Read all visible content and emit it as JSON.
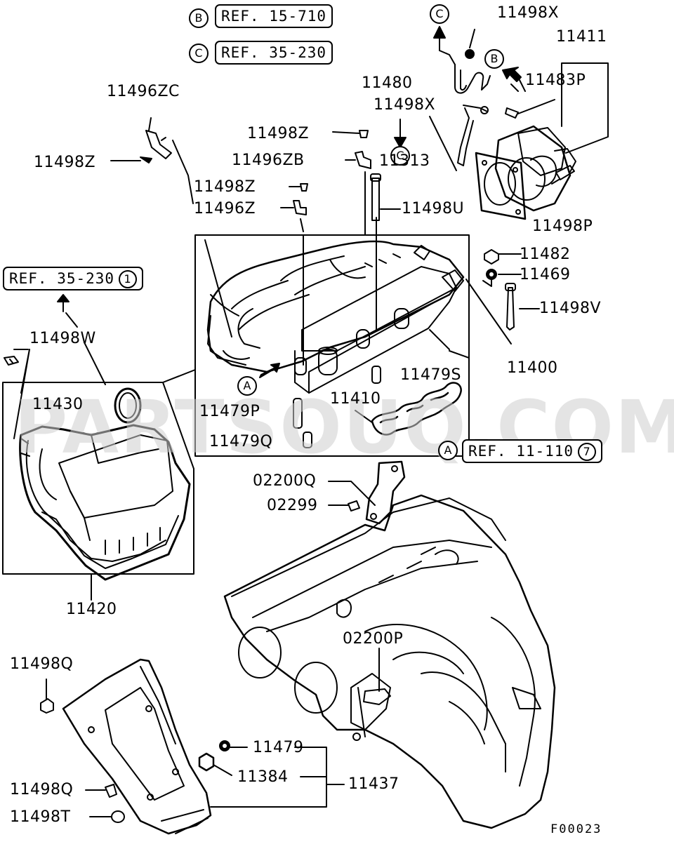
{
  "watermark": "PARTSOUQ.COM",
  "figure_code": "F00023",
  "references": [
    {
      "circle": "B",
      "text": "REF. 15-710"
    },
    {
      "circle": "C",
      "text": "REF. 35-230"
    },
    {
      "circle_after": "1",
      "text": "REF. 35-230"
    },
    {
      "circle": "A",
      "text": "REF. 11-110",
      "circle_after": "7"
    }
  ],
  "flow_markers": [
    "C",
    "B",
    "C",
    "A"
  ],
  "parts": {
    "p11498X_top": "11498X",
    "p11411": "11411",
    "p11480": "11480",
    "p11483P": "11483P",
    "p11498X": "11498X",
    "p11496ZC": "11496ZC",
    "p11498Z_a": "11498Z",
    "p11498Z_b": "11498Z",
    "p11496ZB": "11496ZB",
    "p11313": "11313",
    "p11498Z_c": "11498Z",
    "p11496Z": "11496Z",
    "p11498U": "11498U",
    "p11498P": "11498P",
    "p11482": "11482",
    "p11469": "11469",
    "p11498V": "11498V",
    "p11498W": "11498W",
    "p11479S": "11479S",
    "p11400": "11400",
    "p11430": "11430",
    "p11410": "11410",
    "p11479P": "11479P",
    "p11479Q": "11479Q",
    "p02200Q": "02200Q",
    "p02299": "02299",
    "p11420": "11420",
    "p02200P": "02200P",
    "p11498Q_a": "11498Q",
    "p11479": "11479",
    "p11384": "11384",
    "p11437": "11437",
    "p11498Q_b": "11498Q",
    "p11498T": "11498T"
  }
}
